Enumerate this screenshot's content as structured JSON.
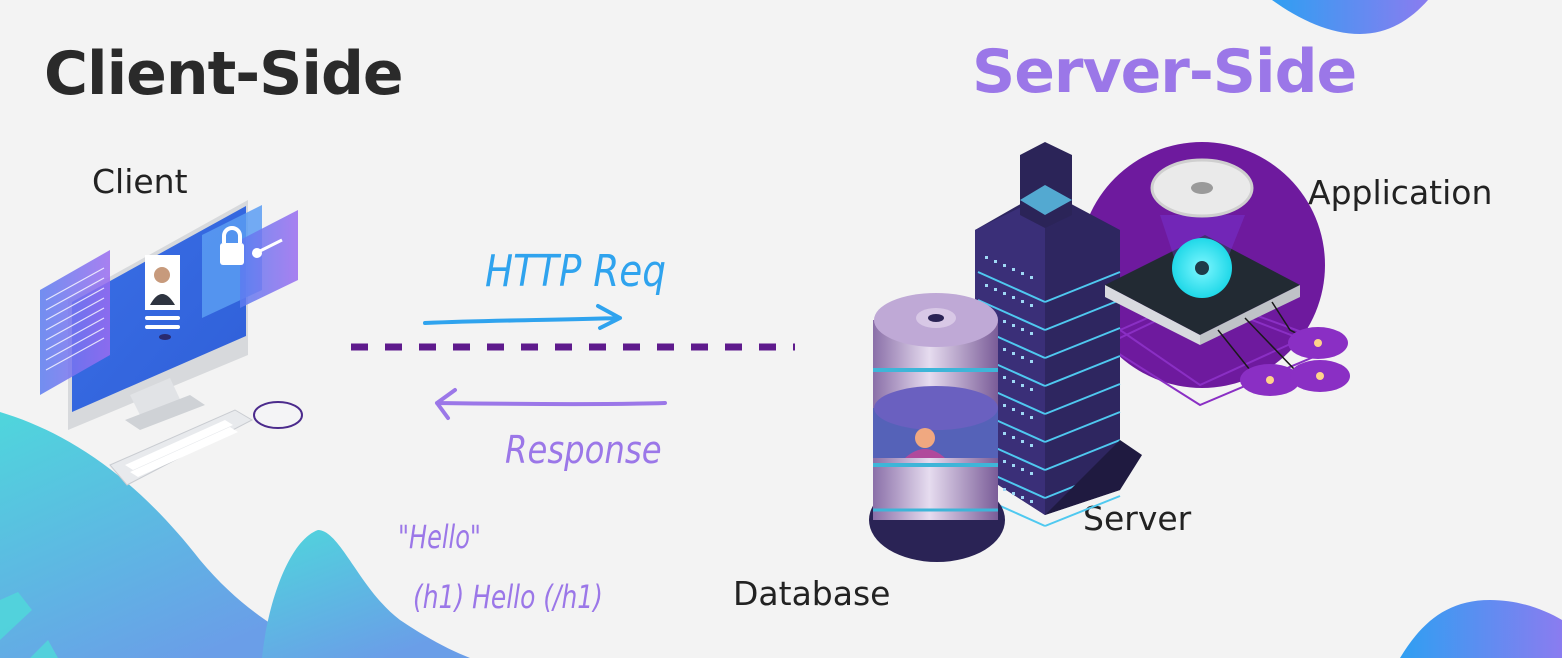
{
  "headings": {
    "client_side": "Client-Side",
    "server_side": "Server-Side"
  },
  "nodes": {
    "client": "Client",
    "application": "Application",
    "server": "Server",
    "database": "Database"
  },
  "annotations": {
    "request": "HTTP Req",
    "response": "Response",
    "example_string": "\"Hello\"",
    "example_html": "(h1) Hello (/h1)"
  },
  "colors": {
    "client_heading": "#2a2a2a",
    "server_heading": "#9b77e8",
    "request_ink": "#2fa3ee",
    "response_ink": "#9b77e8",
    "divider": "#5e1a8c",
    "blob_teal": "#4fd0de",
    "blob_blue": "#4a9cf0",
    "app_circle": "#6e1a9e",
    "server_tower": "#2e2660"
  },
  "icons": {
    "client": "desktop-computer-icon",
    "server": "server-rack-icon",
    "application": "gear-chip-icon",
    "database": "database-stack-icon"
  }
}
